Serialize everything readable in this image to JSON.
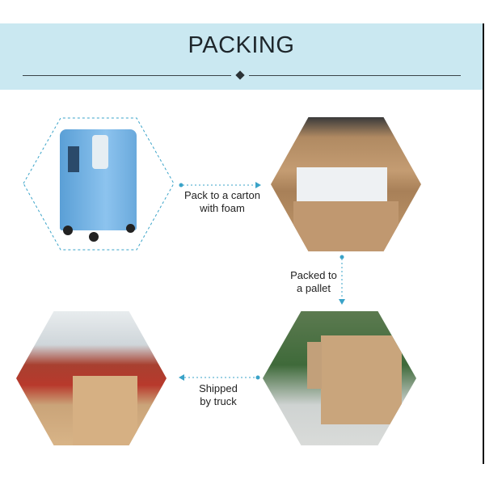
{
  "header": {
    "title": "PACKING"
  },
  "steps": [
    {
      "label_line1": "Pack to a carton",
      "label_line2": "with foam"
    },
    {
      "label_line1": "Packed to",
      "label_line2": "a pallet"
    },
    {
      "label_line1": "Shipped",
      "label_line2": "by truck"
    }
  ],
  "colors": {
    "banner": "#cae8f1",
    "accent": "#3aa3c8",
    "title": "#1e262b"
  }
}
